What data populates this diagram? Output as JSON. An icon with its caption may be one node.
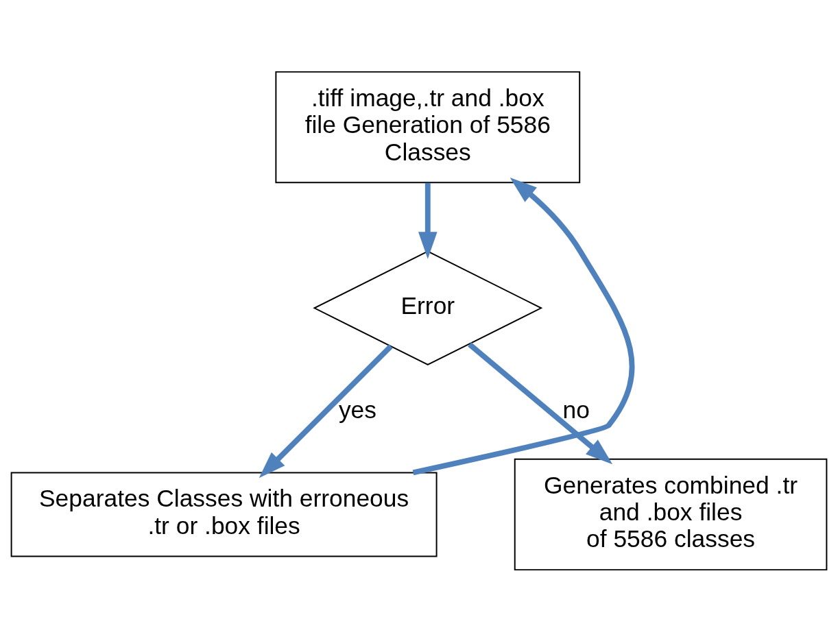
{
  "diagram": {
    "nodes": [
      {
        "text": [
          ".tiff image,.tr and .box file Generation of 5586 Classes"
        ]
      },
      {
        "text": [
          "Error"
        ]
      },
      {
        "text": [
          "Separates Classes with erroneous .tr or .box files"
        ]
      },
      {
        "text": [
          "Generates combined .tr and .box files of 5586 classes"
        ]
      }
    ],
    "edges": [
      {
        "from": 0,
        "to": 1,
        "arrow": "to"
      },
      {
        "from": 1,
        "to": 2,
        "arrow": "to",
        "label": "yes"
      },
      {
        "from": 1,
        "to": 3,
        "arrow": "to",
        "label": "no"
      },
      {
        "from": 2,
        "to": 0,
        "arrow": "to"
      }
    ]
  }
}
